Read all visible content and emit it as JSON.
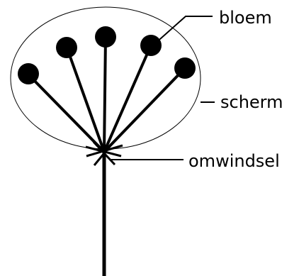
{
  "diagram": {
    "labels": {
      "flower": "bloem",
      "umbel": "scherm",
      "involucre": "omwindsel"
    },
    "colors": {
      "stroke": "#000000",
      "umbel_fill": "#ffffff",
      "flower_fill": "#000000"
    }
  }
}
